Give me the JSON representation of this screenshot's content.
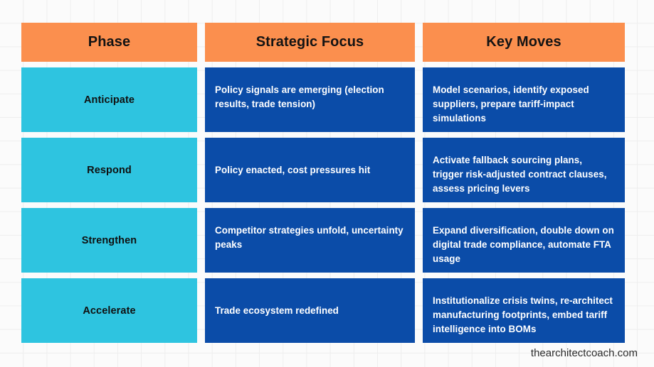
{
  "table": {
    "headers": [
      {
        "label": "Phase"
      },
      {
        "label": "Strategic Focus"
      },
      {
        "label": "Key Moves"
      }
    ],
    "rows": [
      {
        "phase": "Anticipate",
        "strategic_focus": "Policy signals are emerging (election results, trade tension)",
        "key_moves": "Model scenarios, identify exposed suppliers, prepare tariff-impact simulations"
      },
      {
        "phase": "Respond",
        "strategic_focus": "Policy enacted, cost pressures hit",
        "key_moves": "Activate fallback sourcing plans, trigger risk-adjusted contract clauses, assess pricing levers"
      },
      {
        "phase": "Strengthen",
        "strategic_focus": "Competitor strategies unfold, uncertainty peaks",
        "key_moves": "Expand diversification, double down on digital trade compliance, automate FTA usage"
      },
      {
        "phase": "Accelerate",
        "strategic_focus": "Trade ecosystem redefined",
        "key_moves": "Institutionalize crisis twins, re-architect manufacturing footprints, embed tariff intelligence into BOMs"
      }
    ]
  },
  "footer": {
    "attribution": "thearchitectcoach.com"
  },
  "colors": {
    "header_orange": "#fb8f4e",
    "phase_cyan": "#2ec4e0",
    "content_blue": "#0b4ca8",
    "canvas": "#fbfbfb",
    "grid_line": "#eeeeee",
    "header_text": "#131313",
    "cell_text": "#ffffff",
    "footer_text": "#2b2b2b"
  }
}
